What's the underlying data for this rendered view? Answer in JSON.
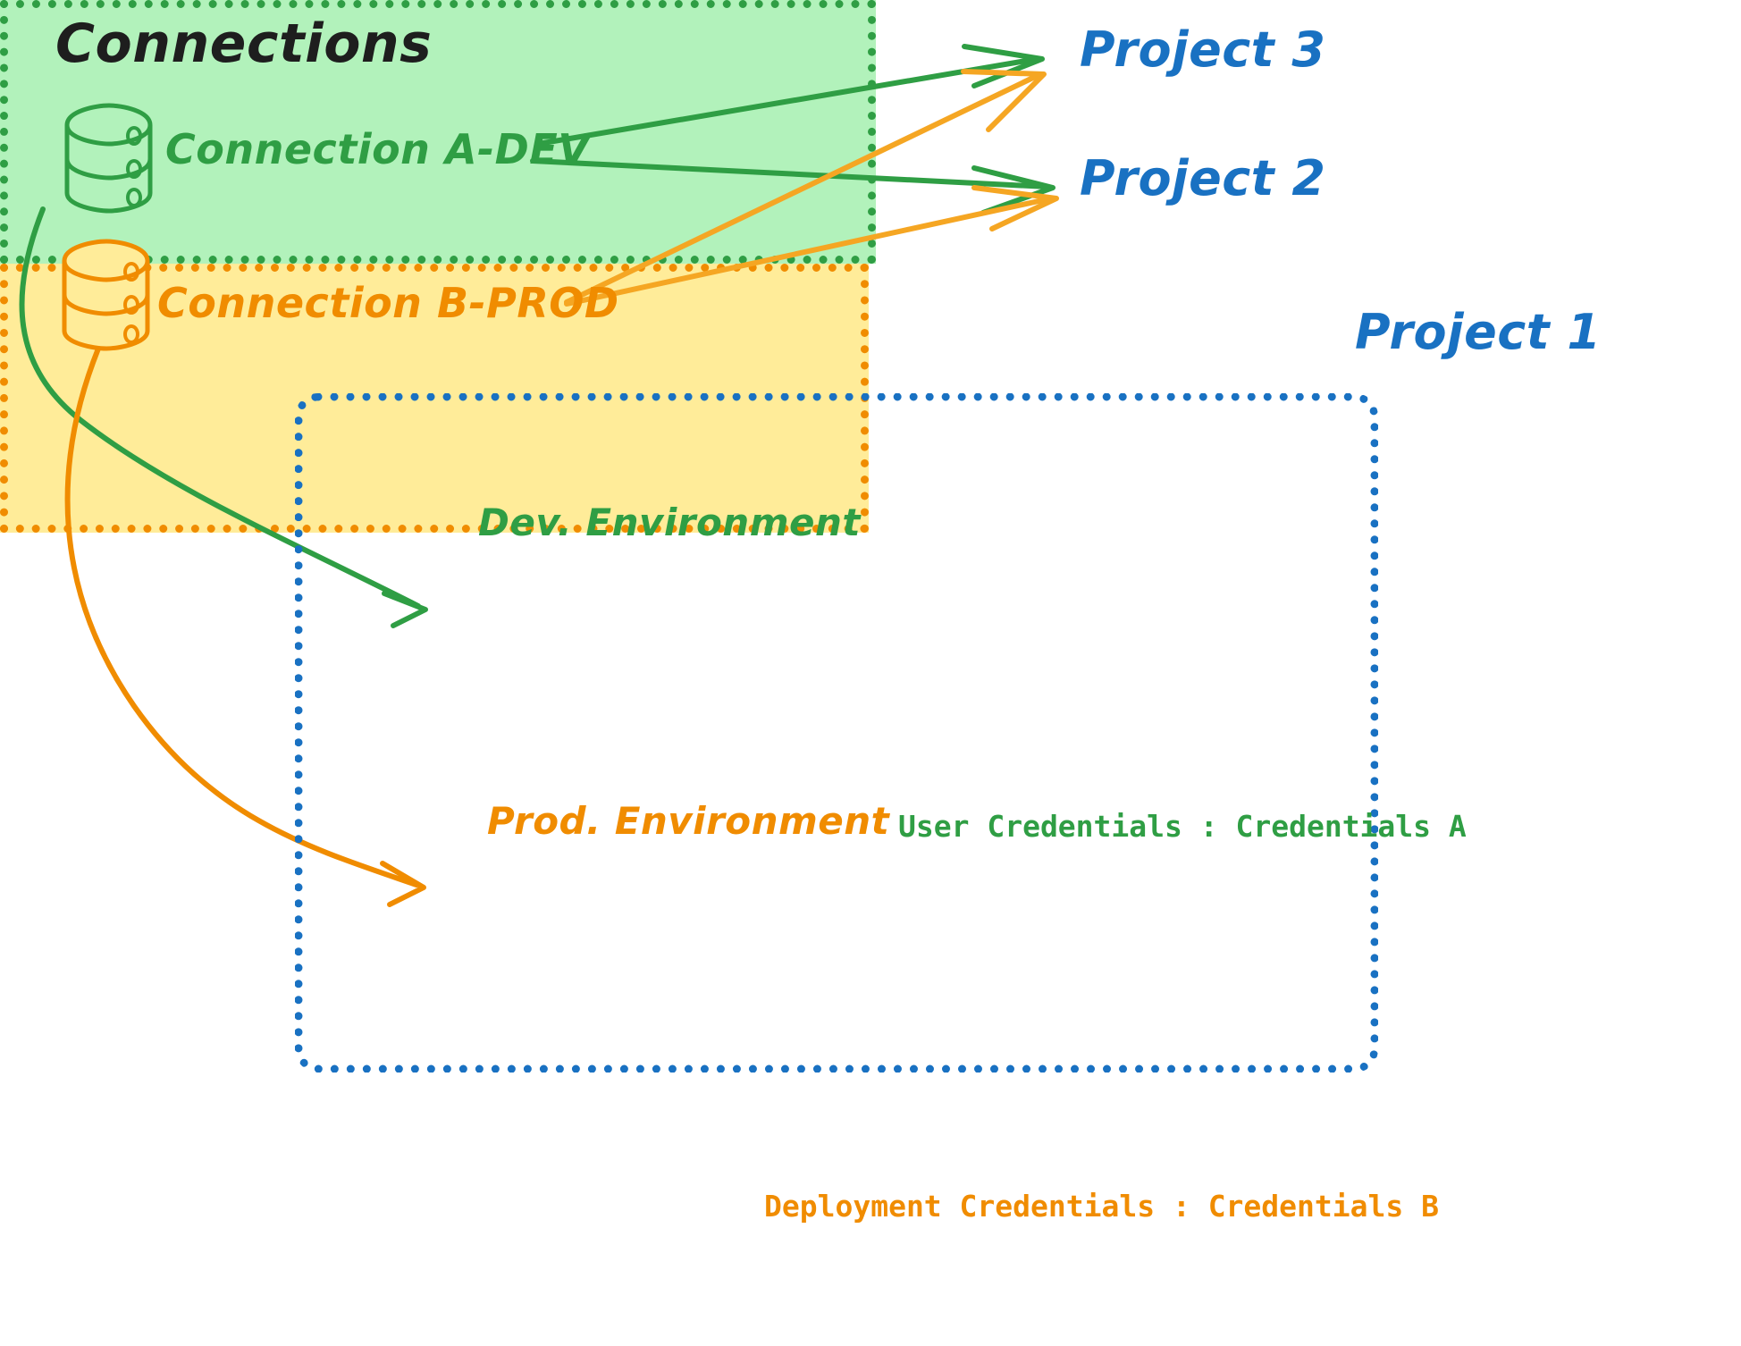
{
  "title": "Connections",
  "connections": [
    {
      "id": "a-dev",
      "label": "Connection A-DEV",
      "color": "#2f9e44",
      "icon": "database-icon"
    },
    {
      "id": "b-prod",
      "label": "Connection B-PROD",
      "color": "#f08c00",
      "icon": "database-icon"
    }
  ],
  "projects": [
    {
      "id": "project-3",
      "label": "Project 3",
      "color": "#1971c2"
    },
    {
      "id": "project-2",
      "label": "Project 2",
      "color": "#1971c2"
    },
    {
      "id": "project-1",
      "label": "Project 1",
      "color": "#1971c2"
    }
  ],
  "environments": [
    {
      "id": "dev",
      "title": "Dev. Environment",
      "credentials": "User Credentials : Credentials A",
      "fill": "#b2f2bb",
      "stroke": "#2f9e44"
    },
    {
      "id": "prod",
      "title": "Prod. Environment",
      "credentials": "Deployment Credentials : Credentials B",
      "fill": "#ffec99",
      "stroke": "#f08c00"
    }
  ],
  "colors": {
    "green": "#2f9e44",
    "green_fill": "#b2f2bb",
    "orange": "#f08c00",
    "orange_fill": "#ffec99",
    "blue": "#1971c2",
    "ink": "#1e1e1e"
  },
  "edges": [
    {
      "id": "a-dev-to-project-3",
      "from": "Connection A-DEV",
      "to": "Project 3",
      "color": "#2f9e44"
    },
    {
      "id": "a-dev-to-project-2",
      "from": "Connection A-DEV",
      "to": "Project 2",
      "color": "#2f9e44"
    },
    {
      "id": "a-dev-to-dev-env",
      "from": "Connection A-DEV",
      "to": "Dev. Environment",
      "color": "#2f9e44"
    },
    {
      "id": "b-prod-to-project-3",
      "from": "Connection B-PROD",
      "to": "Project 3",
      "color": "#f5a623"
    },
    {
      "id": "b-prod-to-project-2",
      "from": "Connection B-PROD",
      "to": "Project 2",
      "color": "#f5a623"
    },
    {
      "id": "b-prod-to-prod-env",
      "from": "Connection B-PROD",
      "to": "Prod. Environment",
      "color": "#f08c00"
    }
  ]
}
